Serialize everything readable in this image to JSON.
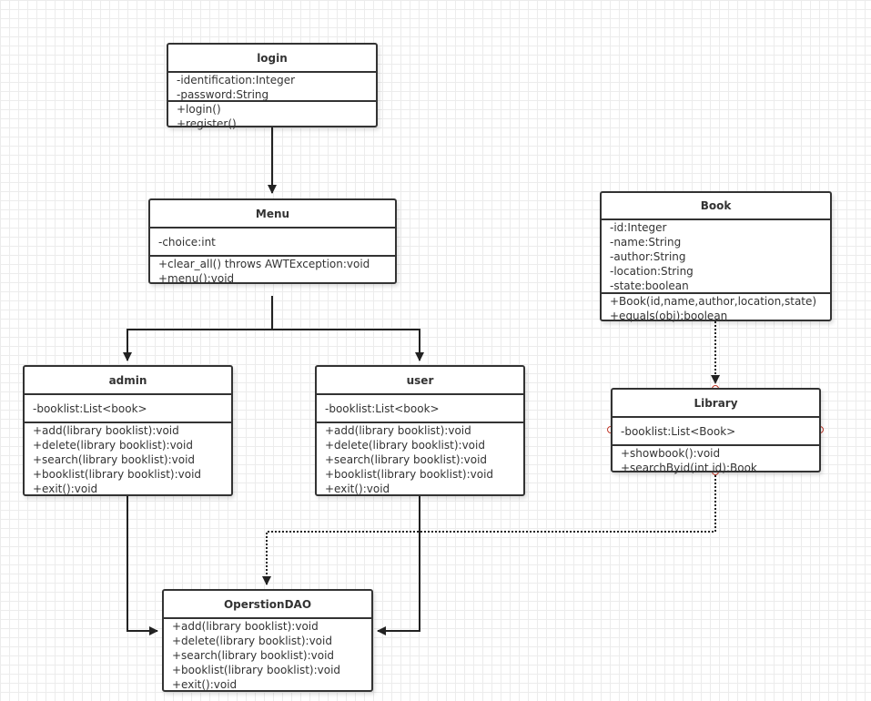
{
  "classes": {
    "login": {
      "name": "login",
      "attributes": [
        "-identification:Integer",
        "-password:String"
      ],
      "methods": [
        "+login()",
        "+register()"
      ]
    },
    "menu": {
      "name": "Menu",
      "attributes": [
        "-choice:int"
      ],
      "methods": [
        "+clear_all() throws AWTException:void",
        "+menu():void"
      ]
    },
    "admin": {
      "name": "admin",
      "attributes": [
        "-booklist:List<book>"
      ],
      "methods": [
        "+add(library booklist):void",
        "+delete(library booklist):void",
        "+search(library booklist):void",
        "+booklist(library booklist):void",
        "+exit():void"
      ]
    },
    "user": {
      "name": "user",
      "attributes": [
        "-booklist:List<book>"
      ],
      "methods": [
        "+add(library booklist):void",
        "+delete(library booklist):void",
        "+search(library booklist):void",
        "+booklist(library booklist):void",
        "+exit():void"
      ]
    },
    "book": {
      "name": "Book",
      "attributes": [
        "-id:Integer",
        "-name:String",
        "-author:String",
        "-location:String",
        "-state:boolean"
      ],
      "methods": [
        "+Book(id,name,author,location,state)",
        "+equals(obj):boolean"
      ]
    },
    "library": {
      "name": "Library",
      "attributes": [
        "-booklist:List<Book>"
      ],
      "methods": [
        "+showbook():void",
        "+searchByid(int id):Book"
      ]
    },
    "operstiondao": {
      "name": "OperstionDAO",
      "attributes": [],
      "methods": [
        "+add(library booklist):void",
        "+delete(library booklist):void",
        "+search(library booklist):void",
        "+booklist(library booklist):void",
        "+exit():void"
      ]
    }
  },
  "colors": {
    "stroke": "#333333",
    "grid": "#ececec",
    "connector_dot": "#c0392b"
  }
}
